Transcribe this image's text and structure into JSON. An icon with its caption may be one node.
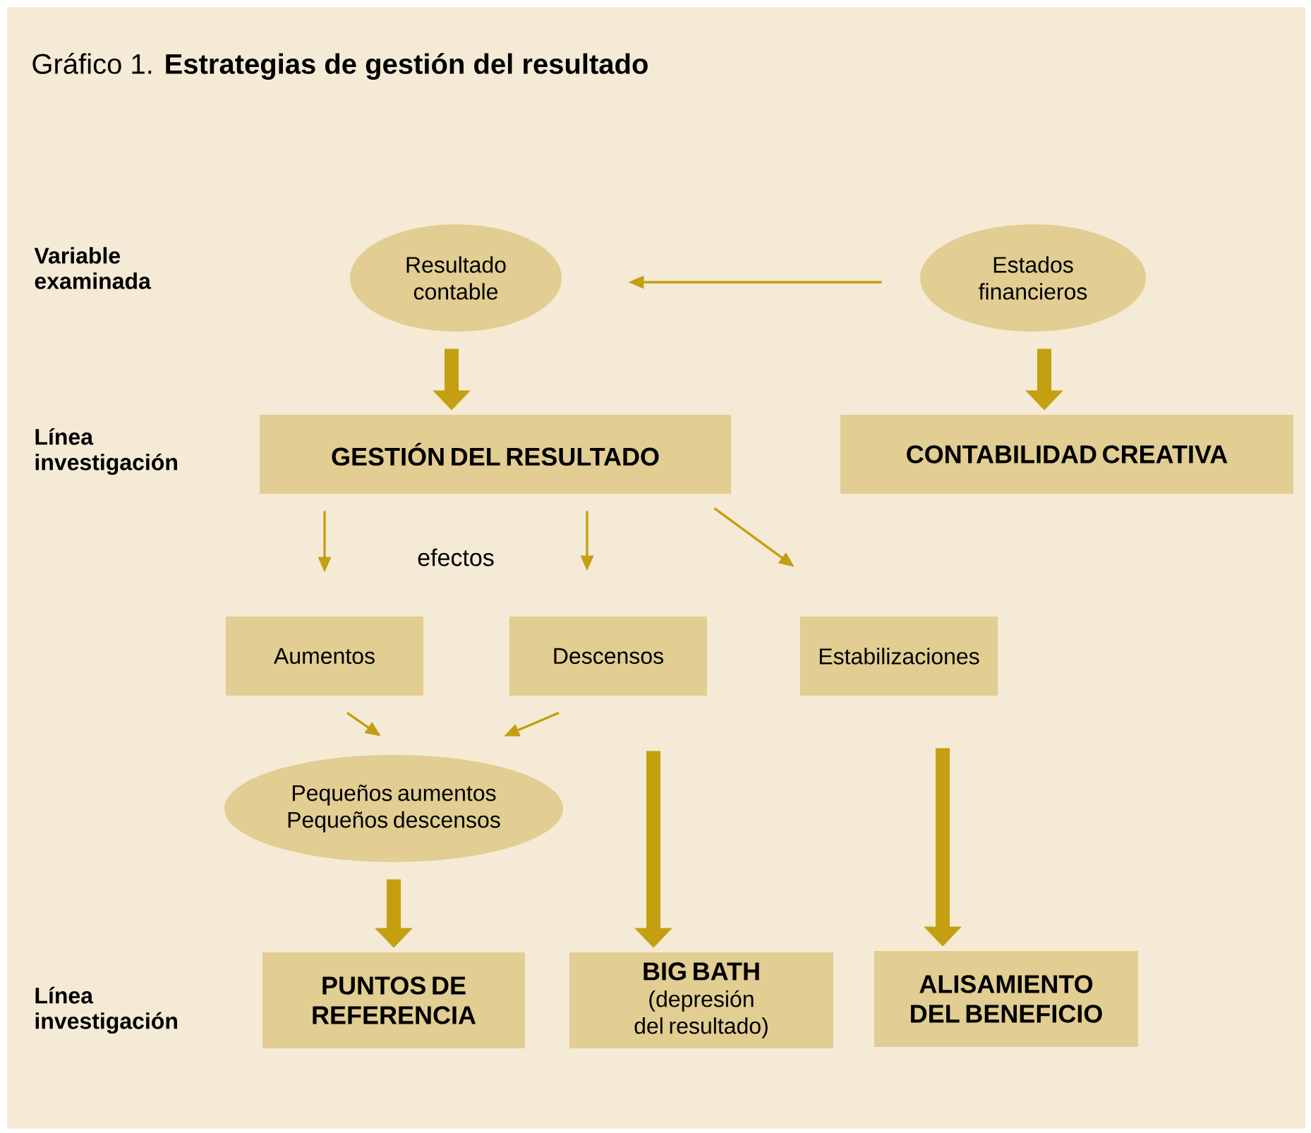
{
  "diagram": {
    "title": "Gráfico 1. **Estrategias de gestión del resultado**",
    "nodes": [
      {
        "text": [
          "Resultado contable"
        ]
      },
      {
        "text": [
          "Estados financieros"
        ]
      },
      {
        "text": [
          "GESTIÓN DEL RESULTADO"
        ]
      },
      {
        "text": [
          "CONTABILIDAD CREATIVA"
        ]
      },
      {
        "text": [
          "Aumentos"
        ]
      },
      {
        "text": [
          "Descensos"
        ]
      },
      {
        "text": [
          "Estabilizaciones"
        ]
      },
      {
        "text": [
          "Pequeños aumentos Pequeños descensos"
        ]
      },
      {
        "text": [
          "PUNTOS DE REFERENCIA"
        ]
      },
      {
        "text": [
          "BIG BATH",
          "(depresión del resultado)"
        ]
      },
      {
        "text": [
          "ALISAMIENTO DEL BENEFICIO"
        ]
      }
    ],
    "edges": [
      {
        "from": 1,
        "to": 0,
        "arrow": "to"
      },
      {
        "from": 0,
        "to": 2,
        "arrow": "to",
        "style": "thick"
      },
      {
        "from": 1,
        "to": 3,
        "arrow": "to",
        "style": "thick"
      },
      {
        "from": 2,
        "to": 4,
        "arrow": "to"
      },
      {
        "from": 2,
        "to": 5,
        "arrow": "to"
      },
      {
        "from": 2,
        "to": 6,
        "arrow": "to"
      },
      {
        "from": 4,
        "to": 7,
        "arrow": "to"
      },
      {
        "from": 5,
        "to": 7,
        "arrow": "to"
      },
      {
        "from": 7,
        "to": 8,
        "arrow": "to",
        "style": "thick"
      },
      {
        "from": 5,
        "to": 9,
        "arrow": "to",
        "style": "thick"
      },
      {
        "from": 6,
        "to": 10,
        "arrow": "to",
        "style": "thick"
      }
    ],
    "labels": [
      "Variable examinada",
      "Línea investigación",
      "efectos",
      "Línea investigación"
    ]
  }
}
